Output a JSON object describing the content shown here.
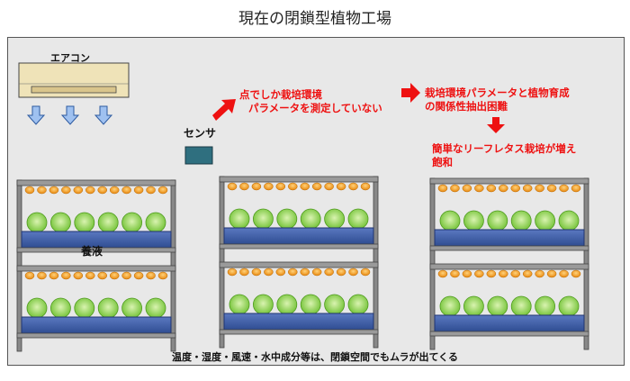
{
  "title": "現在の閉鎖型植物工場",
  "air_conditioner": {
    "label": "エアコン"
  },
  "sensor": {
    "label": "センサ"
  },
  "nutrient": {
    "label": "養液"
  },
  "problems": {
    "p1_line1": "点でしか栽培環境",
    "p1_line2": "パラメータを測定していない",
    "p2_line1": "栽培環境パラメータと植物育成",
    "p2_line2": "の関係性抽出困難",
    "p3_line1": "簡単なリーフレタス栽培が増え",
    "p3_line2": "飽和"
  },
  "bottom_note": "温度・湿度・風速・水中成分等は、閉鎖空間でもムラが出てくる",
  "colors": {
    "arrow_red": "#ee1111",
    "arrow_blue": "#4a7bc8",
    "tray": "#3f5fa8",
    "lamp": "#f5a623",
    "lettuce": "#8fd14f",
    "ac_body": "#efe3b8",
    "sensor_box": "#2f6f7f"
  }
}
